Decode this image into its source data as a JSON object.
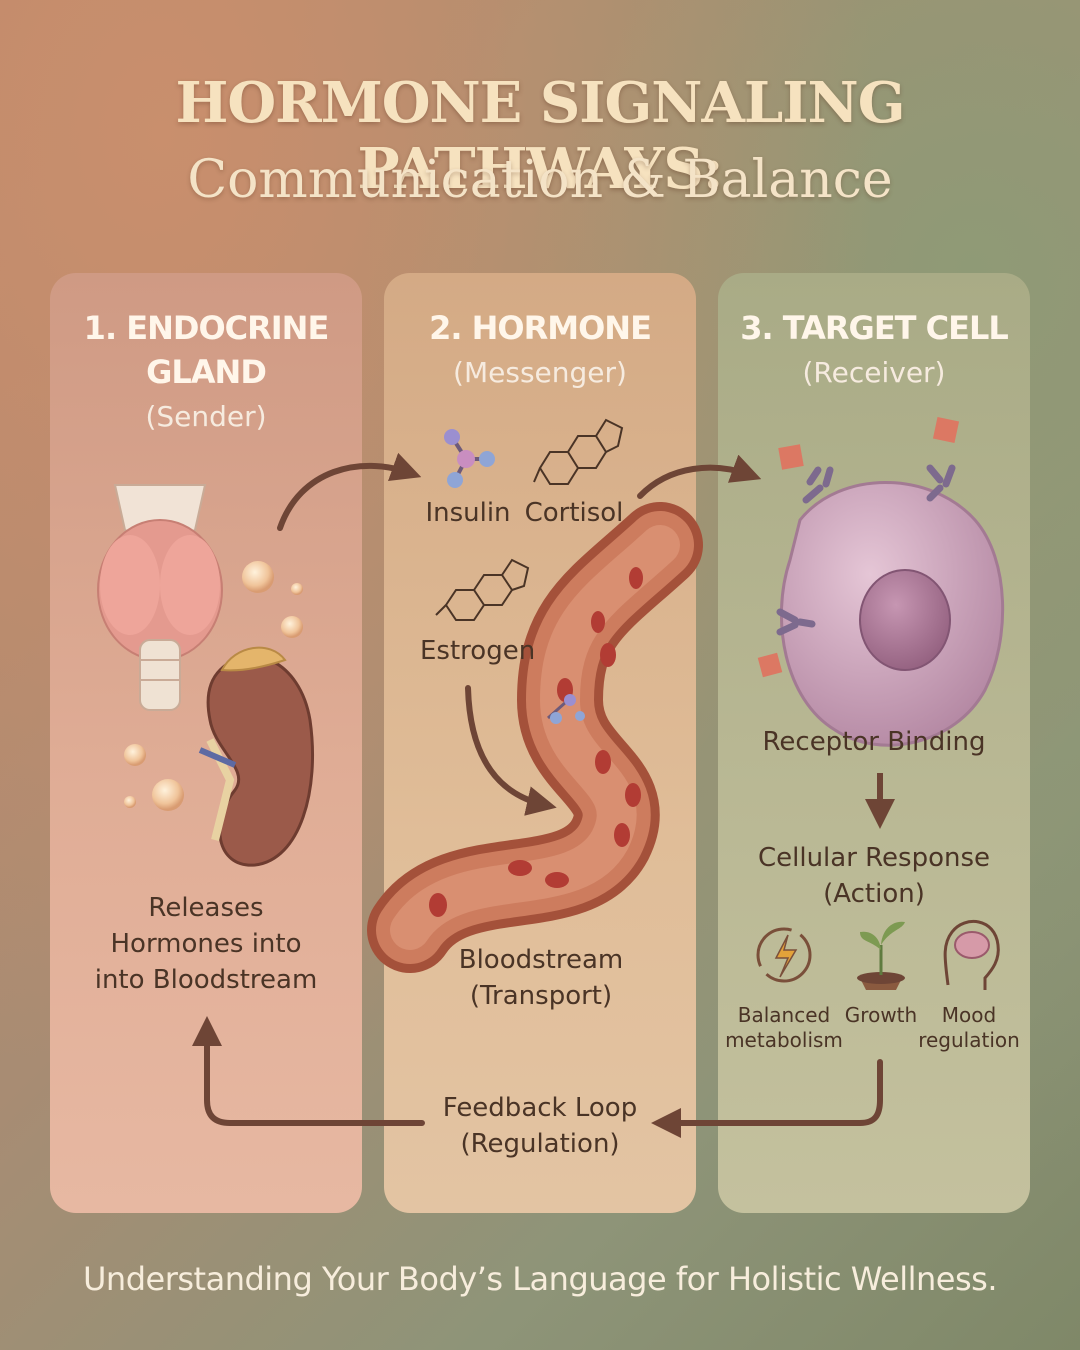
{
  "header": {
    "title": "HORMONE SIGNALING PATHWAYS:",
    "subtitle": "Communication & Balance"
  },
  "panels": [
    {
      "heading_line1": "1. ENDOCRINE",
      "heading_line2": "GLAND",
      "role": "(Sender)",
      "caption_line1": "Releases",
      "caption_line2": "Hormones into",
      "caption_line3": "into Bloodstream"
    },
    {
      "heading_line1": "2. HORMONE",
      "role": "(Messenger)",
      "molecules": [
        "Insulin",
        "Cortisol",
        "Estrogen"
      ],
      "caption_line1": "Bloodstream",
      "caption_line2": "(Transport)"
    },
    {
      "heading_line1": "3. TARGET CELL",
      "role": "(Receiver)",
      "step1": "Receptor Binding",
      "step2_line1": "Cellular Response",
      "step2_line2": "(Action)",
      "outcomes": [
        {
          "line1": "Balanced",
          "line2": "metabolism",
          "icon": "lightning-cycle-icon"
        },
        {
          "line1": "Growth",
          "line2": "",
          "icon": "sprout-icon"
        },
        {
          "line1": "Mood",
          "line2": "regulation",
          "icon": "brain-head-icon"
        }
      ]
    }
  ],
  "feedback": {
    "line1": "Feedback Loop",
    "line2": "(Regulation)"
  },
  "footer": "Understanding Your Body’s Language for Holistic Wellness.",
  "colors": {
    "arrow": "#6e4536",
    "title": "#f6e2bf",
    "vessel": "#b4573c",
    "cell": "#c79bb2"
  }
}
